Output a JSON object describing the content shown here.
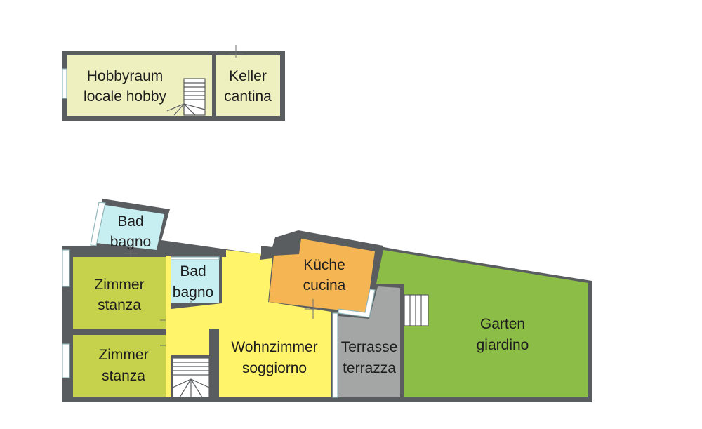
{
  "colors": {
    "wall": "#5a5d60",
    "hobby": "#eef0c0",
    "keller": "#eef0c0",
    "bathroom": "#c7eef0",
    "bedroom": "#c6d24c",
    "living": "#fff46a",
    "kitchen": "#f6b553",
    "terrace": "#a3a6a4",
    "garden": "#8cbd46",
    "window": "#8fb6b9"
  },
  "rooms": {
    "hobby": {
      "line1": "Hobbyraum",
      "line2": "locale hobby"
    },
    "keller": {
      "line1": "Keller",
      "line2": "cantina"
    },
    "bad1": {
      "line1": "Bad",
      "line2": "bagno"
    },
    "bad2": {
      "line1": "Bad",
      "line2": "bagno"
    },
    "zimmer1": {
      "line1": "Zimmer",
      "line2": "stanza"
    },
    "zimmer2": {
      "line1": "Zimmer",
      "line2": "stanza"
    },
    "living": {
      "line1": "Wohnzimmer",
      "line2": "soggiorno"
    },
    "kitchen": {
      "line1": "Küche",
      "line2": "cucina"
    },
    "terrace": {
      "line1": "Terrasse",
      "line2": "terrazza"
    },
    "garden": {
      "line1": "Garten",
      "line2": "giardino"
    }
  }
}
